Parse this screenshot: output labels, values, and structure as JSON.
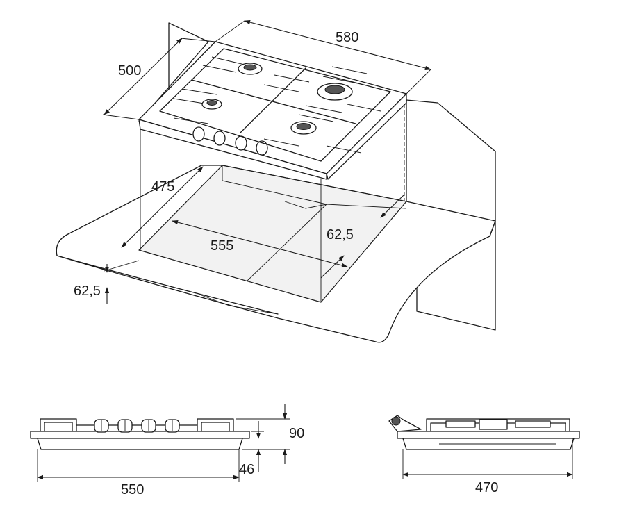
{
  "dimensions": {
    "hob_width": "580",
    "hob_depth": "500",
    "cutout_depth": "475",
    "cutout_width": "555",
    "rear_clearance": "62,5",
    "front_clearance": "62,5",
    "total_height": "90",
    "below_worktop_height": "46",
    "front_view_width": "550",
    "side_view_width": "470"
  },
  "colors": {
    "line": "#1a1a1a",
    "background": "#ffffff"
  }
}
